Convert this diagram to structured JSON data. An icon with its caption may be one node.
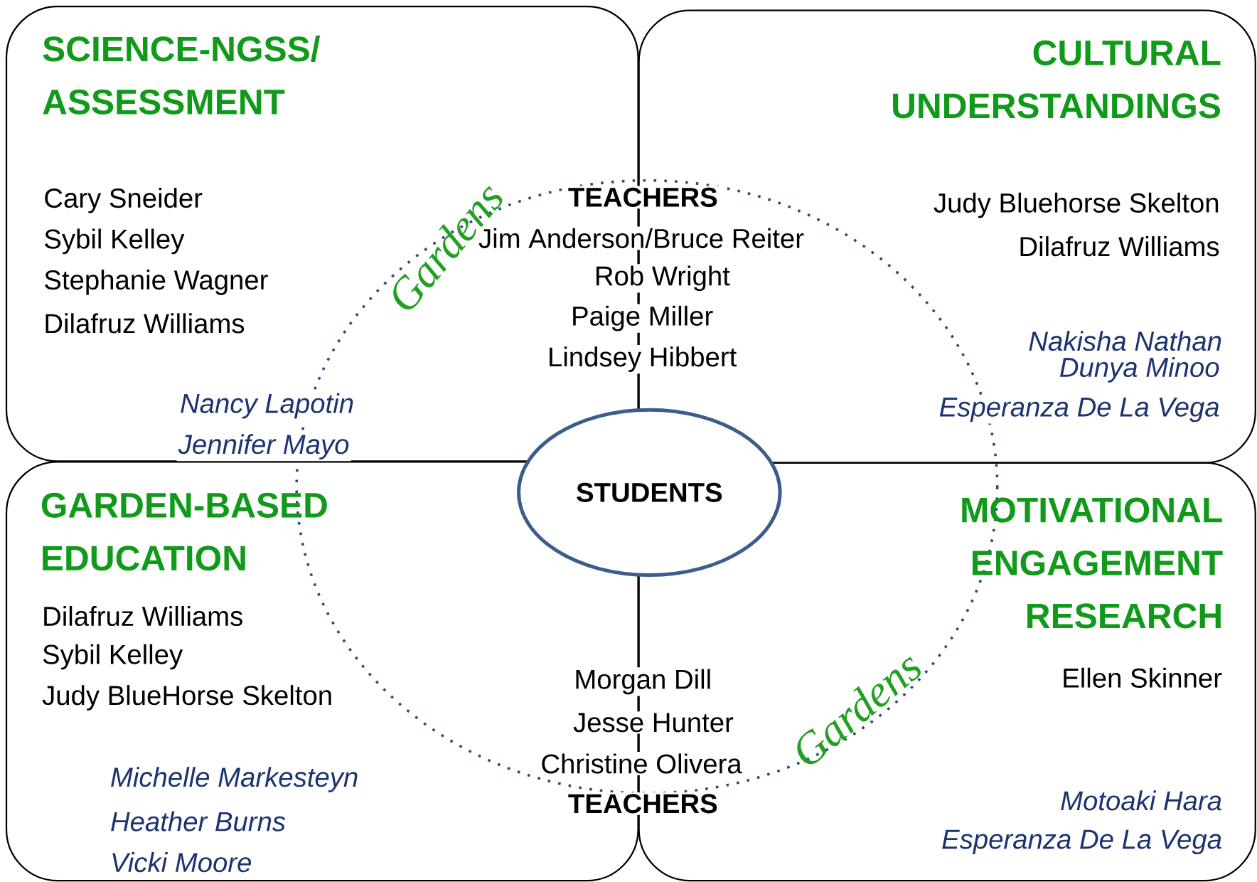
{
  "diagram": {
    "nodes": [
      {
        "text": [
          "SCIENCE-NGSS/ ASSESSMENT",
          "Cary Sneider",
          "Sybil Kelley",
          "Stephanie Wagner",
          "Dilafruz Williams",
          "Nancy Lapotin",
          "Jennifer Mayo"
        ]
      },
      {
        "text": [
          "CULTURAL UNDERSTANDINGS",
          "Judy Bluehorse Skelton",
          "Dilafruz Williams",
          "Nakisha Nathan",
          "Dunya Minoo",
          "Esperanza De La Vega"
        ]
      },
      {
        "text": [
          "STUDENTS"
        ]
      },
      {
        "text": [
          "GARDEN-BASED EDUCATION",
          "Dilafruz Williams",
          "Sybil Kelley",
          "Judy BlueHorse Skelton",
          "Michelle Markesteyn",
          "Heather Burns",
          "Vicki Moore"
        ]
      },
      {
        "text": [
          "MOTIVATIONAL ENGAGEMENT RESEARCH",
          "Ellen Skinner",
          "Motoaki Hara",
          "Esperanza De La Vega"
        ]
      }
    ],
    "labels": [
      "TEACHERS",
      "Gardens",
      "Jim Anderson/Bruce Reiter",
      "Rob Wright",
      "Paige Miller",
      "Lindsey Hibbert",
      "Morgan Dill",
      "Gardens",
      "Jesse Hunter",
      "Christine Olivera",
      "TEACHERS"
    ]
  }
}
